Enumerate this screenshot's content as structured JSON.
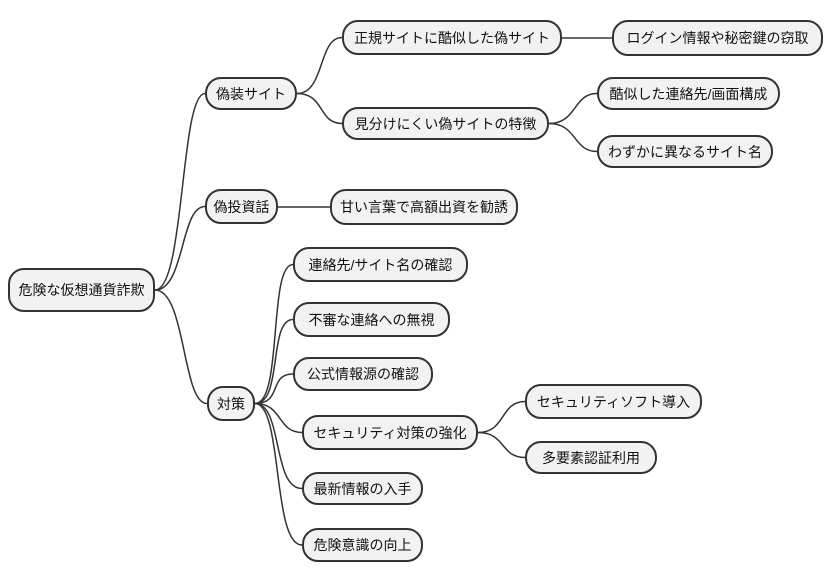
{
  "colors": {
    "background": "#ffffff",
    "node_fill": "#f2f2f2",
    "node_border": "#333333",
    "edge": "#333333",
    "text": "#111111"
  },
  "mindmap": {
    "root": {
      "label": "危険な仮想通貨詐欺",
      "children": [
        {
          "label": "偽装サイト",
          "children": [
            {
              "label": "正規サイトに酷似した偽サイト",
              "children": [
                {
                  "label": "ログイン情報や秘密鍵の窃取"
                }
              ]
            },
            {
              "label": "見分けにくい偽サイトの特徴",
              "children": [
                {
                  "label": "酷似した連絡先/画面構成"
                },
                {
                  "label": "わずかに異なるサイト名"
                }
              ]
            }
          ]
        },
        {
          "label": "偽投資話",
          "children": [
            {
              "label": "甘い言葉で高額出資を勧誘"
            }
          ]
        },
        {
          "label": "対策",
          "children": [
            {
              "label": "連絡先/サイト名の確認"
            },
            {
              "label": "不審な連絡への無視"
            },
            {
              "label": "公式情報源の確認"
            },
            {
              "label": "セキュリティ対策の強化",
              "children": [
                {
                  "label": "セキュリティソフト導入"
                },
                {
                  "label": "多要素認証利用"
                }
              ]
            },
            {
              "label": "最新情報の入手"
            },
            {
              "label": "危険意識の向上"
            }
          ]
        }
      ]
    }
  }
}
